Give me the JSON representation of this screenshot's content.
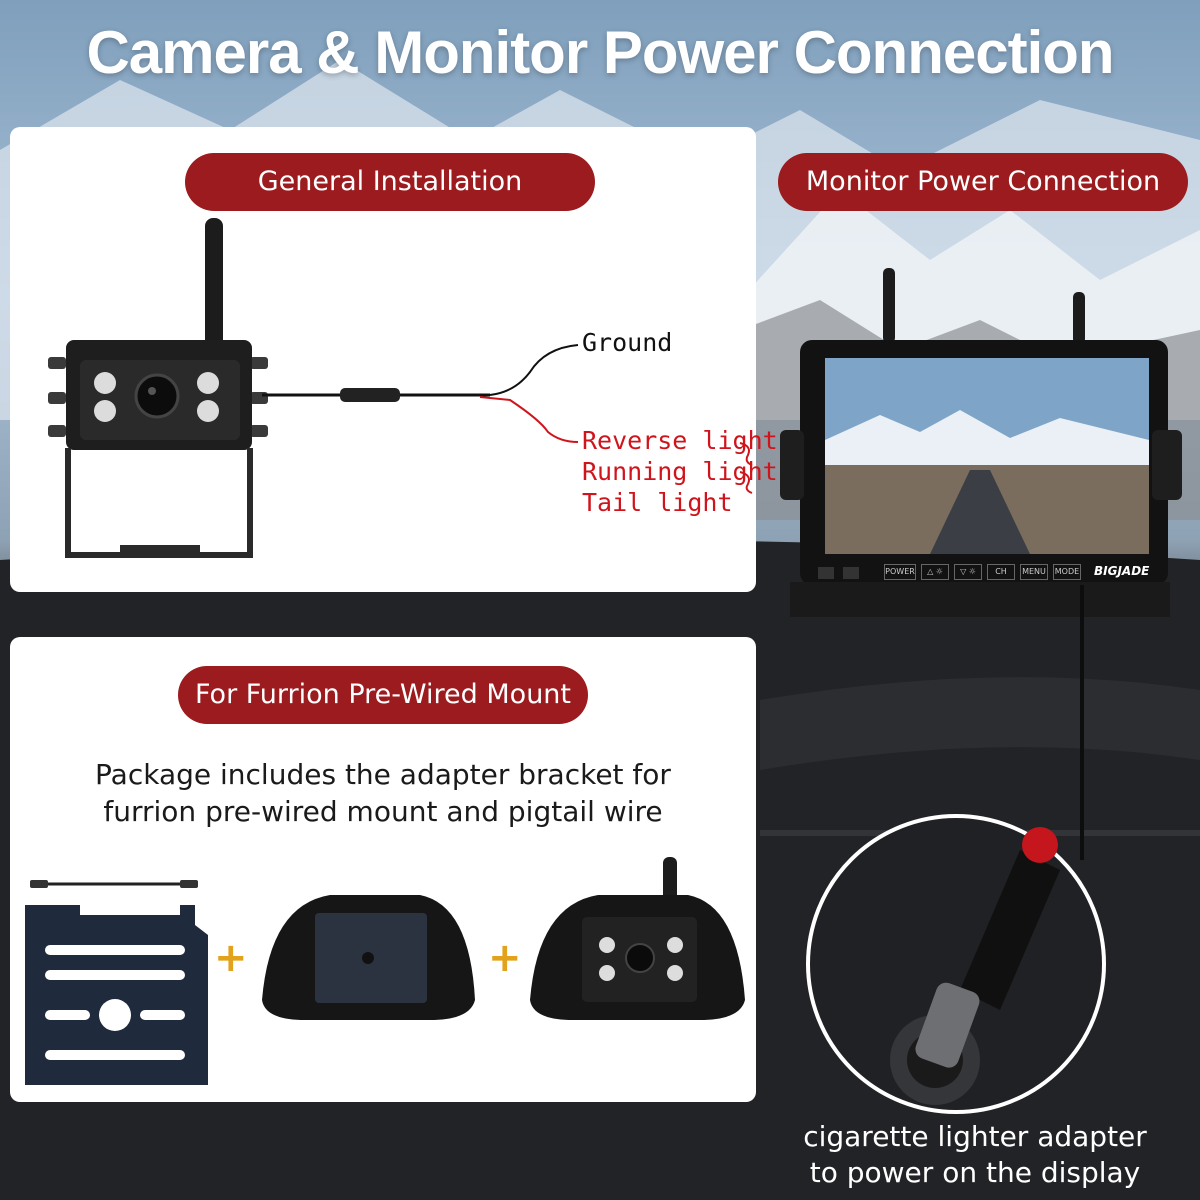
{
  "title": "Camera & Monitor Power Connection",
  "general": {
    "label": "General Installation",
    "wires": {
      "ground": "Ground",
      "reverse": "Reverse light",
      "running": "Running light",
      "tail": "Tail light"
    }
  },
  "monitor": {
    "label": "Monitor Power Connection",
    "buttons": [
      "POWER",
      "△ ☼",
      "▽ ☼",
      "CH",
      "MENU",
      "MODE"
    ],
    "brand": "BIGJADE",
    "caption_line1": "cigarette lighter adapter",
    "caption_line2": "to power on the display"
  },
  "furrion": {
    "label": "For Furrion Pre-Wired Mount",
    "desc_line1": "Package includes the adapter bracket for",
    "desc_line2": "furrion pre-wired mount and pigtail wire",
    "plus": "+"
  },
  "colors": {
    "accent_red": "#9b1b1e",
    "wire_red": "#d0141c",
    "plus_gold": "#e2a21c"
  }
}
